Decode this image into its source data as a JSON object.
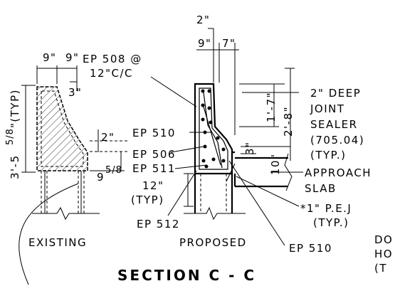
{
  "labels": {
    "dim_2in_top": "2\"",
    "dim_9in_left_a": "9\"",
    "dim_9in_left_b": "9\"",
    "dim_3in_left": "3\"",
    "dim_9in_right": "9\"",
    "dim_7in_right": "7\"",
    "dim_2in_mid": "2\"",
    "dim_9_5_8": "9",
    "dim_9_5_8_frac": "5/8",
    "dim_height_main": "3'-5",
    "dim_height_frac": "5/8",
    "dim_height_tail": "\"(TYP)",
    "dim_1_7": "1'-7\"",
    "dim_2_8": "2'-8\"",
    "dim_10in": "10\"",
    "dim_3in_right": "3\"",
    "dim_12in": "12\"",
    "dim_12in_typ": "(TYP)",
    "ep_508": "EP 508 @",
    "ep_508_spacing": "12\"C/C",
    "ep_510_a": "EP 510",
    "ep_506": "EP 506",
    "ep_511": "EP 511",
    "ep_512": "EP 512",
    "ep_510_b": "EP 510",
    "sealer_1": "2\" DEEP",
    "sealer_2": "JOINT",
    "sealer_3": "SEALER",
    "sealer_4": "(705.04)",
    "sealer_5": "(TYP.)",
    "approach_1": "APPROACH",
    "approach_2": "SLAB",
    "pej_1": "*1\" P.E.J",
    "pej_2": "(TYP.)",
    "existing": "EXISTING",
    "proposed": "PROPOSED",
    "cut_1": "DO",
    "cut_2": "HO",
    "cut_3": "(T",
    "section_title": "SECTION C - C"
  }
}
